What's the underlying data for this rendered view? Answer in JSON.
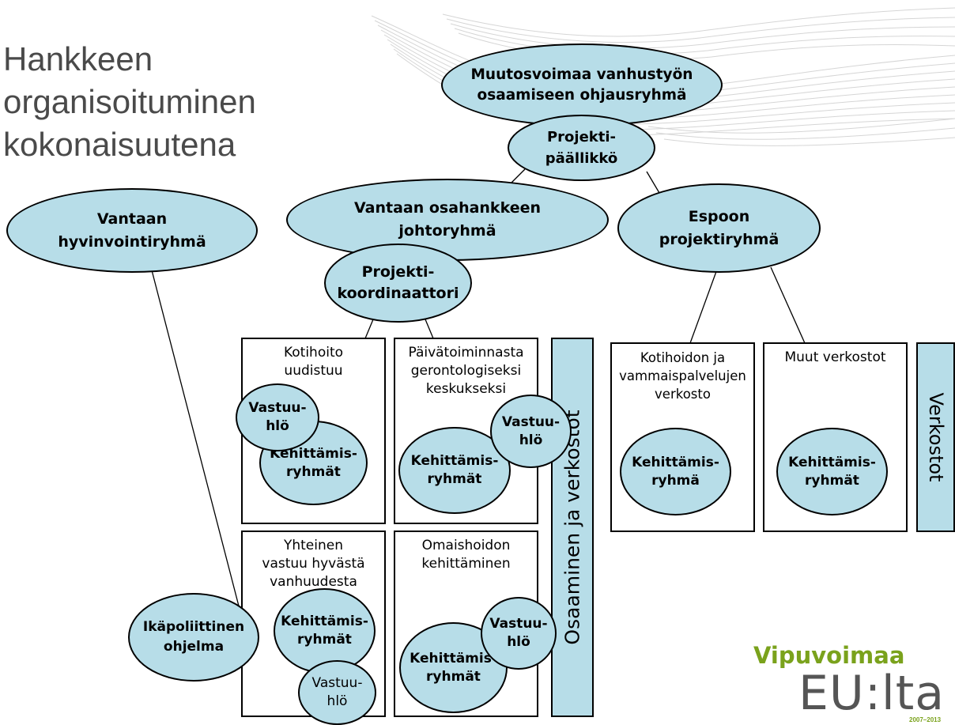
{
  "title": {
    "line1": "Hankkeen",
    "line2": "organisoituminen",
    "line3": "kokonaisuutena"
  },
  "nodes": {
    "steering_group": "Muutosvoimaa vanhustyön\nosaamiseen ohjausryhmä",
    "project_manager": "Projekti-\npäällikkö",
    "vantaa_board": "Vantaan osahankkeen\njohtoryhmä",
    "project_coordinator": "Projekti-\nkoordinaattori",
    "espoo_team": "Espoon\nprojektiryhmä",
    "vantaa_welfare": "Vantaan\nhyvinvointiryhmä",
    "age_policy": "Ikäpoliittinen\nohjelma"
  },
  "boxes": {
    "home_care": "Kotihoito\nuudistuu",
    "day_activity": "Päivätoiminnasta\ngerontologiseksi\nkeskukseksi",
    "shared_responsibility": "Yhteinen\nvastuu hyvästä\nvanhuudesta",
    "carer_development": "Omaishoidon\nkehittäminen",
    "espoo_home_network": "Kotihoidon ja\nvammaispalvelujen\nverkosto",
    "other_networks": "Muut verkostot"
  },
  "labels": {
    "responsible": "Vastuu-\nhlö",
    "dev_groups": "Kehittämis-\nryhmät",
    "dev_group": "Kehittämis-\nryhmä"
  },
  "bands": {
    "vantaa_band": "Osaaminen ja verkostot",
    "espoo_band": "Verkostot"
  },
  "logo": {
    "top": "Vipuvoimaa",
    "bottom": "EU:lta",
    "years": "2007–2013"
  },
  "colors": {
    "ellipse_fill": "#b7dde8",
    "logo_green": "#7aa21c",
    "title_gray": "#4a4a4a"
  }
}
